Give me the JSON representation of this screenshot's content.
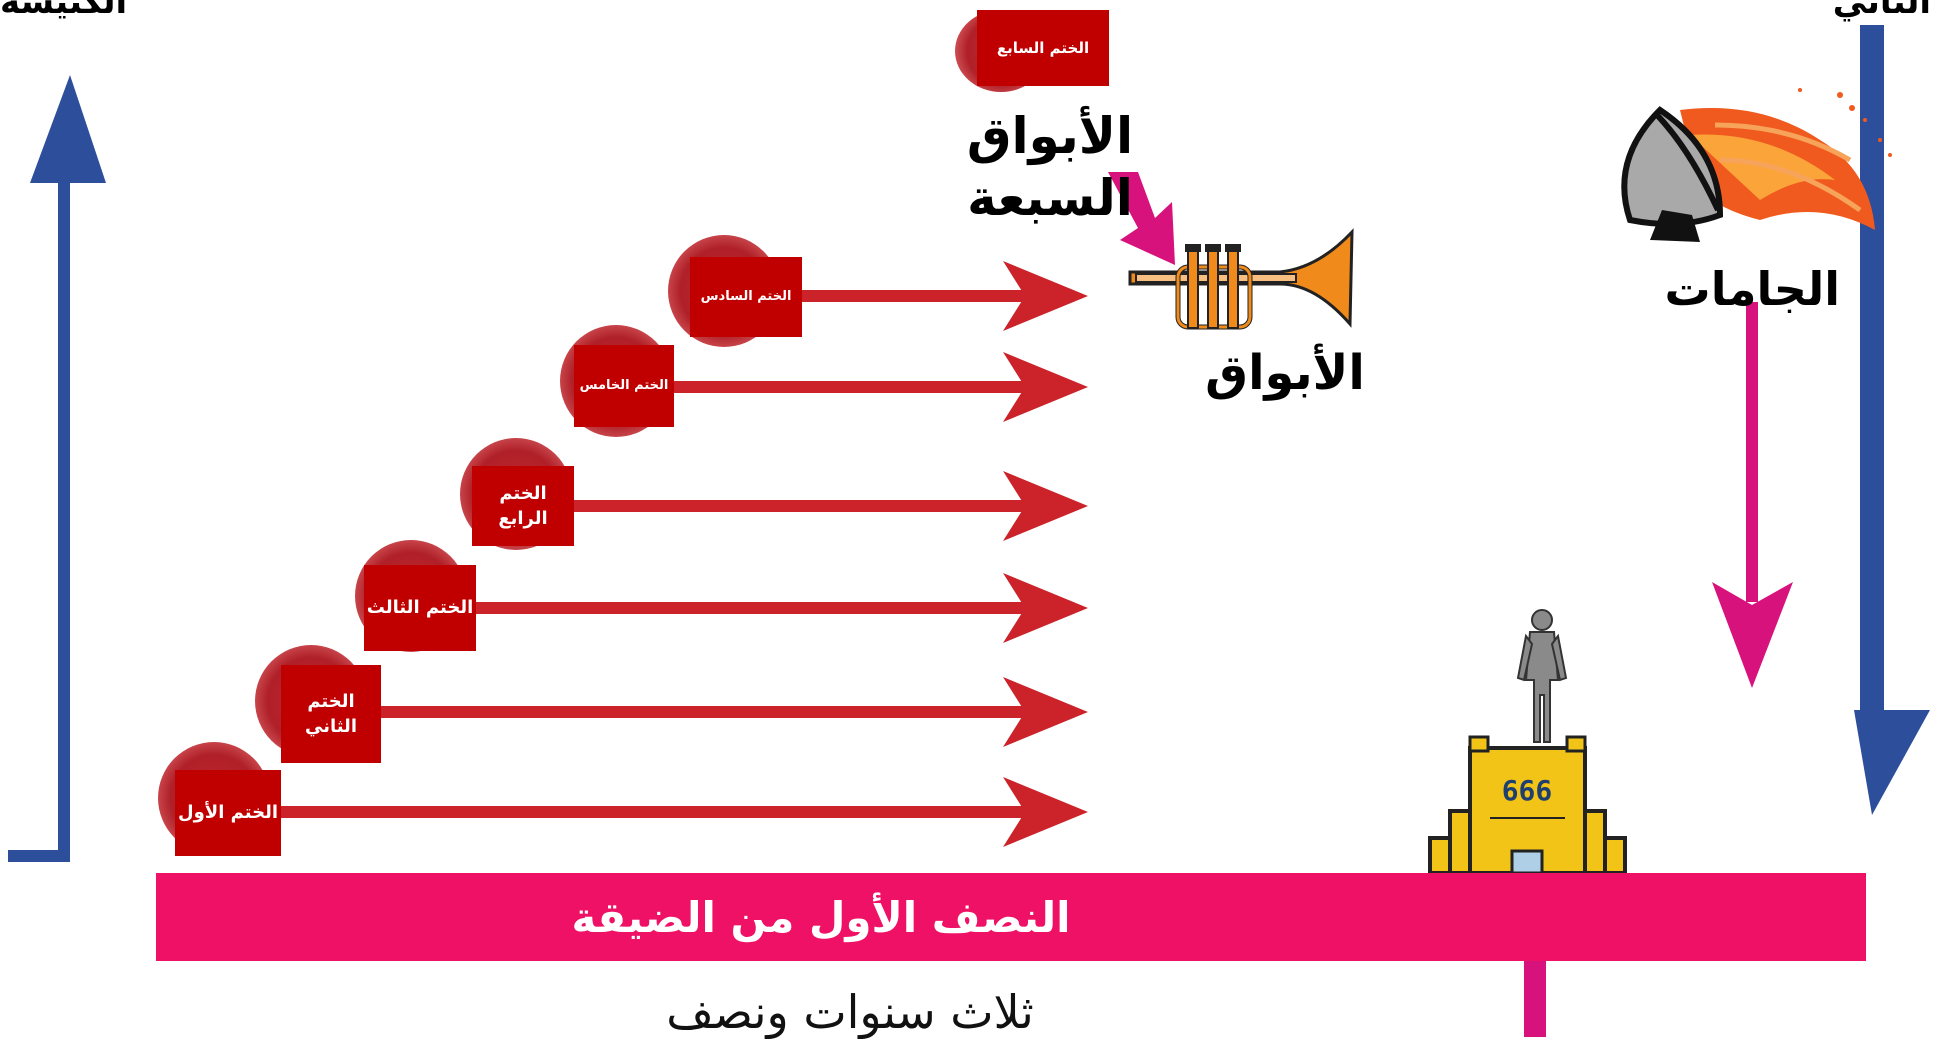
{
  "corner_labels": {
    "left": "الكنيسة",
    "right": "الثاني"
  },
  "trumpets_heading": "الأبواق السبعة",
  "trumpets_label": "الأبواق",
  "bowls_label": "الجامات",
  "tribulation_band": "النصف الأول من الضيقة",
  "duration": "ثلاث سنوات ونصف",
  "image_number": "666",
  "seals": [
    {
      "name": "seal-1",
      "label": "الختم الأول"
    },
    {
      "name": "seal-2",
      "label": "الختم الثاني"
    },
    {
      "name": "seal-3",
      "label": "الختم الثالث"
    },
    {
      "name": "seal-4",
      "label": "الختم الرابع"
    },
    {
      "name": "seal-5",
      "label": "الختم الخامس"
    },
    {
      "name": "seal-6",
      "label": "الختم السادس"
    },
    {
      "name": "seal-7",
      "label": "الختم السابع"
    }
  ],
  "colors": {
    "church_arrow": "#2d4e9a",
    "seal_arrow": "#cc2229",
    "magenta_arrow": "#d8127c",
    "band": "#ee1166",
    "seal_box": "#c00000",
    "building": "#f3c418"
  },
  "icons": [
    "trumpet-icon",
    "bowl-icon",
    "statue-icon",
    "building-icon"
  ]
}
